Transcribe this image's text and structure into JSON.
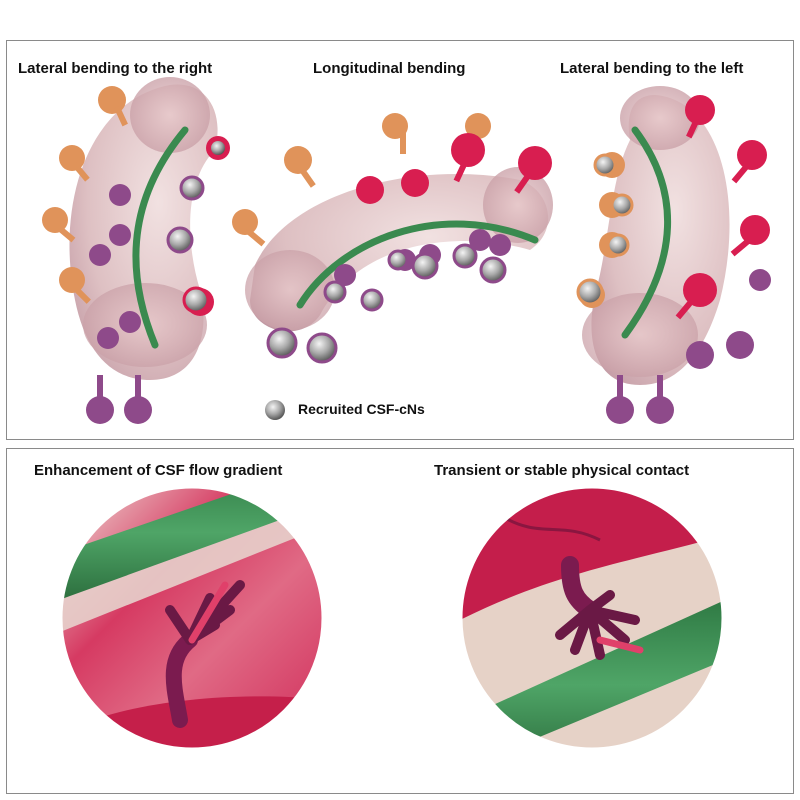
{
  "top_panel": {
    "titles": {
      "left": "Lateral bending to the right",
      "middle": "Longitudinal bending",
      "right": "Lateral bending to the left"
    },
    "legend_label": "Recruited CSF-cNs"
  },
  "bottom_panel": {
    "titles": {
      "left": "Enhancement of CSF flow gradient",
      "right": "Transient or stable physical contact"
    }
  },
  "colors": {
    "tube": "#d9b7b9",
    "tube_dark": "#b88a92",
    "fiber": "#3a8a4f",
    "neuron_purple": "#8e4a8a",
    "neuron_orange": "#e0935a",
    "neuron_red": "#d81e50",
    "recruited": "#7a7a7a"
  }
}
